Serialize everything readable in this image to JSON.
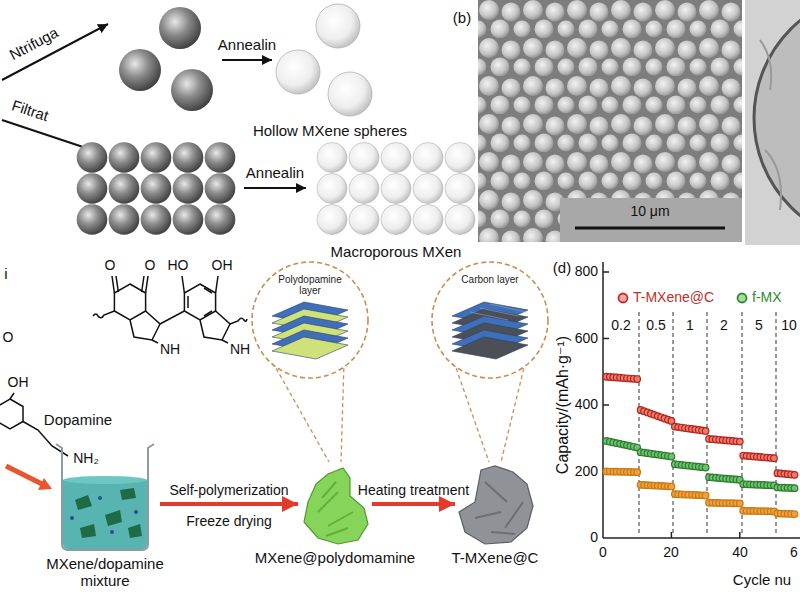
{
  "diagram": {
    "nodes": [
      {
        "text": [
          "Polydopamine layer"
        ]
      },
      {
        "text": [
          "Carbon layer"
        ]
      },
      {
        "text": [
          "MXene/dopamine mixture"
        ]
      },
      {
        "text": [
          "MXene@polydomamine"
        ]
      },
      {
        "text": [
          "T-MXene@C"
        ]
      }
    ],
    "edges": [
      {
        "from": 2,
        "to": 3,
        "label": "Self-polymerization",
        "arrow": "to"
      },
      {
        "from": 3,
        "to": 4,
        "label": "Heating treatment",
        "arrow": "to"
      },
      {
        "from": 0,
        "to": 3,
        "arrow": "none"
      },
      {
        "from": 1,
        "to": 4,
        "arrow": "none"
      }
    ],
    "labels": [
      "Ntrifuga",
      "Annealin",
      "Hollow MXene spheres",
      "(b)",
      "10 μm",
      "Filtrat",
      "Annealin",
      "Macroporous MXen",
      "i",
      "O",
      "OH",
      "Dopamine",
      "NH₂",
      "O",
      "O",
      "HO",
      "OH",
      "NH",
      "NH",
      "Freeze drying",
      "(d)",
      "800",
      "600",
      "400",
      "200",
      "0",
      "Capacity/(mAh·g⁻¹)",
      "0.2",
      "0.5",
      "1",
      "2",
      "5",
      "10",
      "0",
      "20",
      "40",
      "6",
      "Cycle nu"
    ],
    "legend": [
      {
        "text": "T-MXene@C"
      },
      {
        "text": "f-MX"
      }
    ]
  }
}
